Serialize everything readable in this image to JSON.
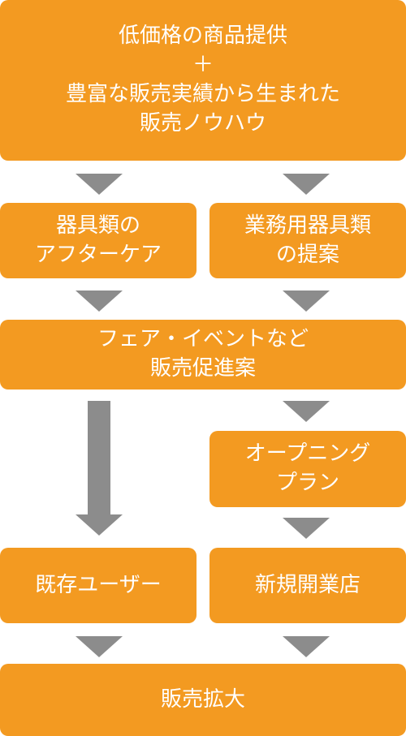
{
  "boxes": {
    "top": "低価格の商品提供\n＋\n豊富な販売実績から生まれた\n販売ノウハウ",
    "aftercare": "器具類の\nアフターケア",
    "proposal": "業務用器具類\nの提案",
    "fair": "フェア・イベントなど\n販売促進案",
    "opening": "オープニング\nプラン",
    "existing_users": "既存ユーザー",
    "new_store": "新規開業店",
    "sales_expansion": "販売拡大"
  },
  "colors": {
    "box_fill": "#f39a21",
    "box_text": "#ffffff",
    "arrow": "#8c8c8c"
  }
}
